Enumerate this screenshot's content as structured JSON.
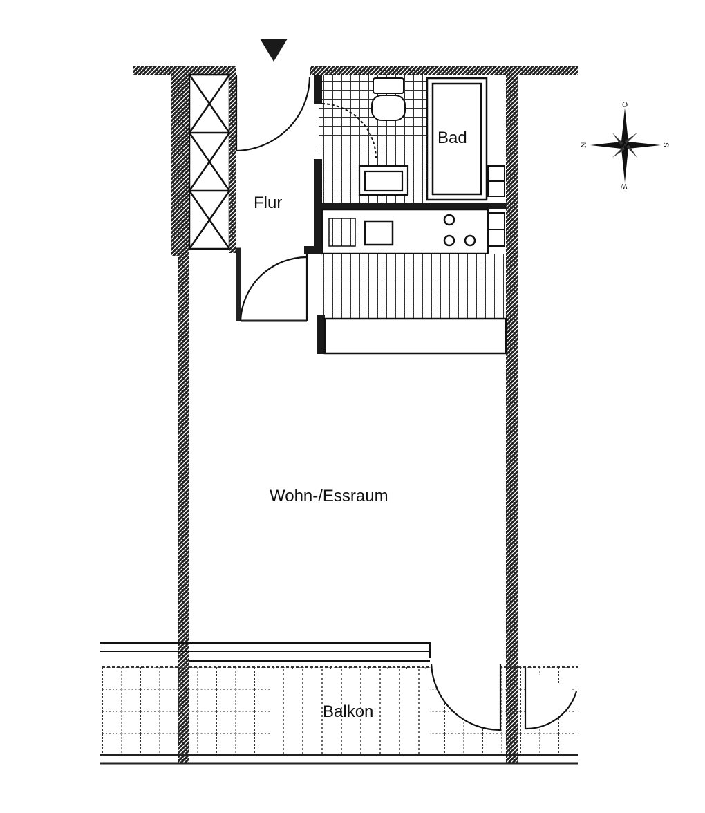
{
  "rooms": {
    "flur": "Flur",
    "bad": "Bad",
    "wohn": "Wohn-/Essraum",
    "balkon": "Balkon"
  },
  "compass": {
    "north": "N",
    "east": "O",
    "south": "S",
    "west": "W"
  },
  "colors": {
    "wall": "#1a1a1a",
    "line": "#222222",
    "tile": "#333333"
  }
}
